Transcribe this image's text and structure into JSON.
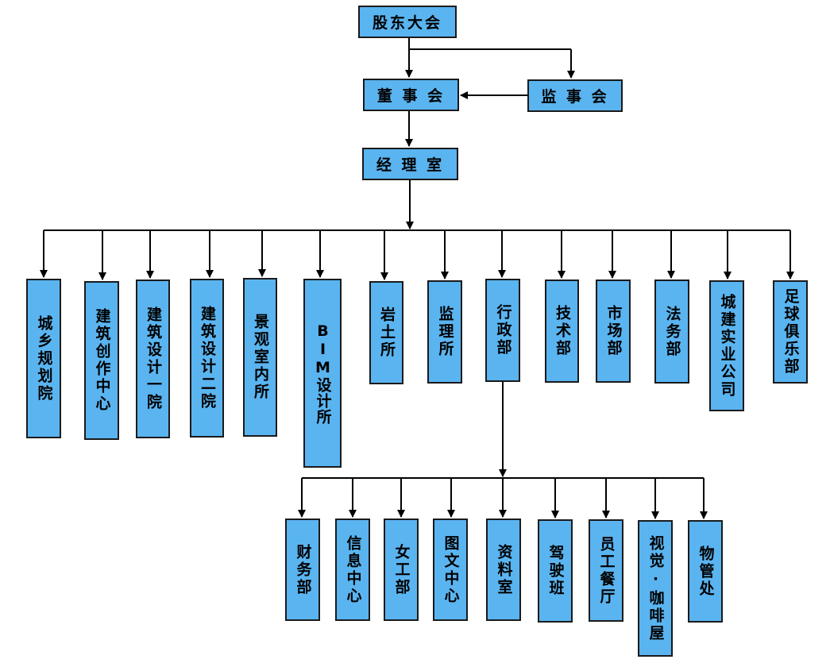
{
  "root": "股东大会",
  "board": "董 事 会",
  "supervisors": "监 事 会",
  "manager": "经 理 室",
  "departments": [
    "城乡规划院",
    "建筑创作中心",
    "建筑设计一院",
    "建筑设计二院",
    "景观室内所",
    "BIM设计所",
    "岩土所",
    "监理所",
    "行政部",
    "技术部",
    "市场部",
    "法务部",
    "城建实业公司",
    "足球俱乐部"
  ],
  "admin_units": [
    "财务部",
    "信息中心",
    "女工部",
    "图文中心",
    "资料室",
    "驾驶班",
    "员工餐厅",
    "视觉·咖啡屋",
    "物管处"
  ],
  "colors": {
    "box_fill": "#5ab4f0",
    "box_border": "#1a1a1a",
    "line": "#000000"
  }
}
